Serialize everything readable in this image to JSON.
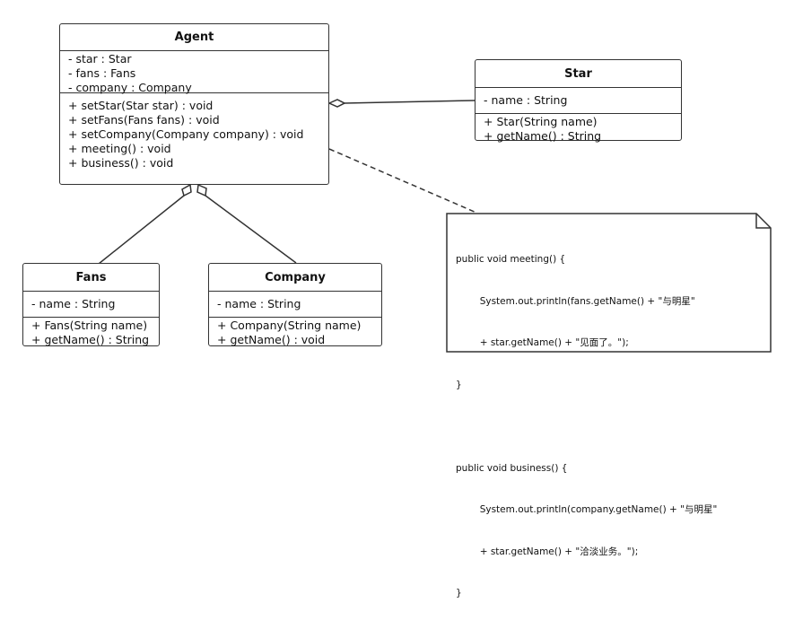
{
  "classes": {
    "agent": {
      "name": "Agent",
      "attributes": [
        "- star : Star",
        "- fans : Fans",
        "- company : Company"
      ],
      "methods": [
        "+ setStar(Star star) : void",
        "+ setFans(Fans fans) : void",
        "+ setCompany(Company company) : void",
        "+ meeting() : void",
        "+ business() : void"
      ]
    },
    "star": {
      "name": "Star",
      "attributes": [
        "- name : String"
      ],
      "methods": [
        "+ Star(String name)",
        "+ getName() : String"
      ]
    },
    "fans": {
      "name": "Fans",
      "attributes": [
        "- name : String"
      ],
      "methods": [
        "+ Fans(String name)",
        "+ getName() : String"
      ]
    },
    "company": {
      "name": "Company",
      "attributes": [
        "- name : String"
      ],
      "methods": [
        "+ Company(String name)",
        "+ getName() : void"
      ]
    }
  },
  "note": {
    "lines": [
      "public void meeting() {",
      "        System.out.println(fans.getName() + \"与明星\"",
      "        + star.getName() + \"见面了。\");",
      "}",
      "",
      "public void business() {",
      "        System.out.println(company.getName() + \"与明星\"",
      "        + star.getName() + \"洽淡业务。\");",
      "}"
    ]
  },
  "colors": {
    "stroke": "#333333",
    "background": "#ffffff"
  }
}
